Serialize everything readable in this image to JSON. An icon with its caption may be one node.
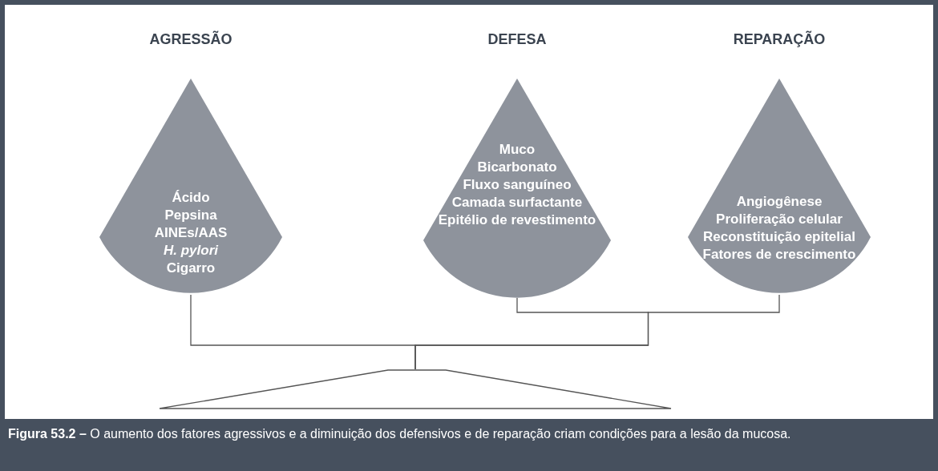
{
  "diagram": {
    "caption": "**Figura 53.2 –** O aumento dos fatores agressivos e a diminuição dos defensivos e de reparação criam condições para a lesão da mucosa.",
    "nodes": [
      {
        "text": [
          "AGRESSÃO",
          "Ácido",
          "Pepsina",
          "AINEs/AAS",
          "*H. pylori*",
          "Cigarro"
        ]
      },
      {
        "text": [
          "DEFESA",
          "Muco",
          "Bicarbonato",
          "Fluxo sanguíneo",
          "Camada surfactante",
          "Epitélio de revestimento"
        ]
      },
      {
        "text": [
          "REPARAÇÃO",
          "Angiogênese",
          "Proliferação celular",
          "Reconstituição epitelial",
          "Fatores de crescimento"
        ]
      },
      {
        "text": [],
        "shape": "trapezoid"
      }
    ],
    "edges": [
      {
        "from": 0,
        "to": 3,
        "arrow": "none"
      },
      {
        "from": 1,
        "to": 3,
        "arrow": "none"
      },
      {
        "from": 2,
        "to": 3,
        "arrow": "none"
      }
    ]
  }
}
